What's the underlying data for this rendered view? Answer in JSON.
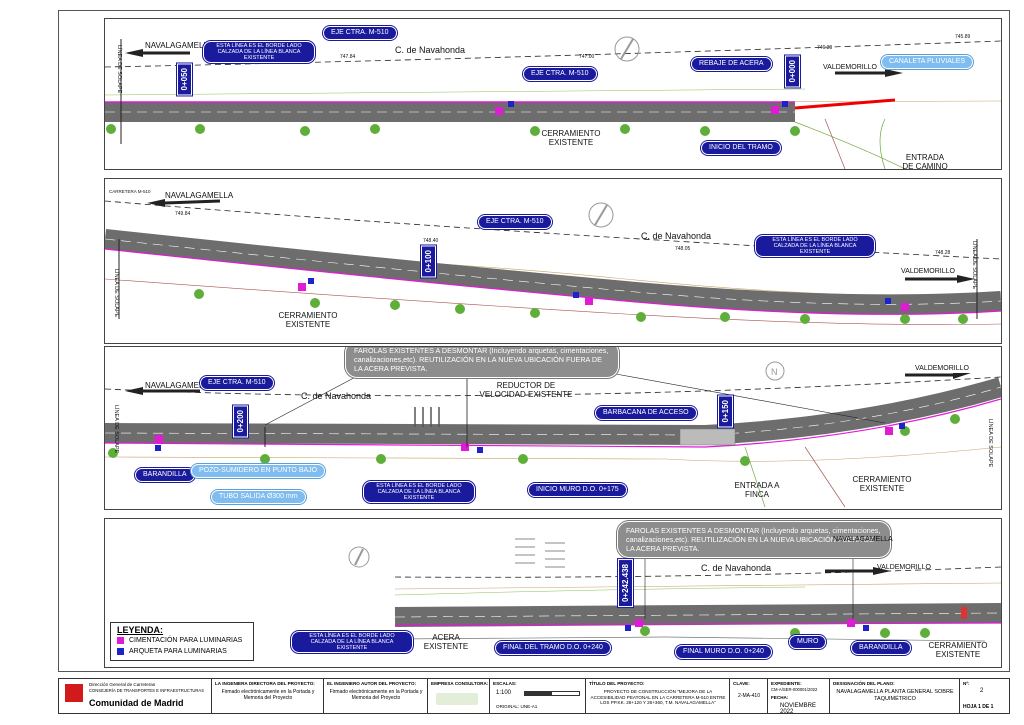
{
  "panel1": {
    "eje1": "EJE CTRA. M-510",
    "eje2": "EJE CTRA. M-510",
    "linea_note": "ESTA LÍNEA ES EL BORDE LADO CALZADA DE LA LÍNEA BLANCA EXISTENTE",
    "road_name": "C. de Navahonda",
    "navalagamella": "NAVALAGAMELLA",
    "valdemorillo": "VALDEMORILLO",
    "pk_050": "0+050",
    "pk_000": "0+000",
    "rebaje": "REBAJE DE ACERA",
    "canaleta": "CANALETA PLUVIALES",
    "cerramiento": "CERRAMIENTO EXISTENTE",
    "inicio": "INICIO DEL TRAMO",
    "entrada": "ENTRADA DE CAMINO",
    "linea_solape": "LÍNEA DE SOLAPE",
    "cota1": "747.84",
    "cota2": "747.00",
    "cota3": "746.39",
    "cota4": "745.89"
  },
  "panel2": {
    "eje": "EJE CTRA. M-510",
    "road_name": "C. de Navahonda",
    "navalagamella": "NAVALAGAMELLA",
    "valdemorillo": "VALDEMORILLO",
    "pk_100": "0+100",
    "linea_note": "ESTA LÍNEA ES EL BORDE LADO CALZADA DE LA LÍNEA BLANCA EXISTENTE",
    "cerramiento": "CERRAMIENTO EXISTENTE",
    "linea_solape_l": "LÍNEA DE SOLAPE",
    "linea_solape_r": "LÍNEA DE SOLAPE",
    "carretera": "CARRETERA M-510",
    "cota1": "749.84",
    "cota2": "748.40",
    "cota3": "748.05",
    "cota4": "748.28"
  },
  "panel3": {
    "callout": "FAROLAS EXISTENTES A DESMONTAR (Incluyendo arquetas, cimentaciones, canalizaciones,etc). REUTILIZACIÓN EN LA NUEVA UBICACIÓN FUERA DE LA ACERA PREVISTA.",
    "eje": "EJE CTRA. M-510",
    "road_name": "C. de Navahonda",
    "navalagamella": "NAVALAGAMELLA",
    "valdemorillo": "VALDEMORILLO",
    "reductor": "REDUCTOR DE VELOCIDAD EXISTENTE",
    "barbacana": "BARBACANA DE ACCESO",
    "pk_200": "0+200",
    "pk_150": "0+150",
    "barandilla": "BARANDILLA",
    "pozo": "POZO-SUMIDERO EN PUNTO BAJO",
    "tubo": "TUBO SALIDA Ø300 mm",
    "linea_note": "ESTA LÍNEA ES EL BORDE LADO CALZADA DE LA LÍNEA BLANCA EXISTENTE",
    "inicio_muro": "INICIO MURO D.O. 0+175",
    "entrada": "ENTRADA A FINCA",
    "cerramiento": "CERRAMIENTO EXISTENTE",
    "linea_solape_l": "LÍNEA DE SOLAPE",
    "linea_solape_r": "LÍNEA DE SOLAPE"
  },
  "panel4": {
    "callout": "FAROLAS EXISTENTES A DESMONTAR (Incluyendo arquetas, cimentaciones, canalizaciones,etc). REUTILIZACIÓN EN LA NUEVA UBICACIÓN FUERA DE LA ACERA PREVISTA.",
    "road_name": "C. de Navahonda",
    "navalagamella": "NAVALAGAMELLA",
    "valdemorillo": "VALDEMORILLO",
    "pk": "0+242.438",
    "linea_note": "ESTA LÍNEA ES EL BORDE LADO CALZADA DE LA LÍNEA BLANCA EXISTENTE",
    "acera": "ACERA EXISTENTE",
    "final_tramo": "FINAL DEL TRAMO D.O. 0+240",
    "final_muro": "FINAL MURO D.O. 0+240",
    "muro": "MURO",
    "barandilla": "BARANDILLA",
    "cerramiento": "CERRAMIENTO EXISTENTE"
  },
  "legend": {
    "title": "LEYENDA:",
    "item1": "CIMENTACIÓN PARA LUMINARIAS",
    "item2": "ARQUETA PARA LUMINARIAS",
    "color1": "#e11ad6",
    "color2": "#1d23c9"
  },
  "titleblock": {
    "org_line1": "Dirección General de Carreteras",
    "org_line2": "CONSEJERÍA DE TRANSPORTES E INFRAESTRUCTURAS",
    "org_name": "Comunidad de Madrid",
    "director_h": "LA INGENIERA DIRECTORA DEL PROYECTO:",
    "director_v": "Firmado electrónicamente en la Portada y Memoria del Proyecto",
    "autor_h": "EL INGENIERO AUTOR DEL PROYECTO:",
    "autor_v": "Firmado electrónicamente en la Portada y Memoria del Proyecto",
    "consultora_h": "EMPRESA CONSULTORA:",
    "escalas_h": "ESCALAS:",
    "escala": "1:100",
    "original": "ORIGINAL: UNE-A1",
    "titulo_h": "TÍTULO DEL PROYECTO:",
    "titulo_v": "PROYECTO DE CONSTRUCCIÓN \"MEJORA DE LA ACCESIBILIDAD PEATONAL EN LA CARRETERA M-510 ENTRE LOS PP.KK. 26+120 Y 26+360, T.M. NAVALAGAMELLA\"",
    "clave_h": "CLAVE:",
    "clave": "2-MA-410",
    "expediente_h": "EXPEDIENTE:",
    "expediente": "CM-A/SER-000001/2022",
    "fecha_h": "FECHA:",
    "fecha": "NOVIEMBRE 2022",
    "designacion_h": "DESIGNACIÓN DEL PLANO:",
    "designacion": "NAVALAGAMELLA PLANTA GENERAL SOBRE TAQUIMÉTRICO",
    "n_h": "Nº:",
    "n": "2",
    "hoja": "HOJA 1 DE 1"
  }
}
